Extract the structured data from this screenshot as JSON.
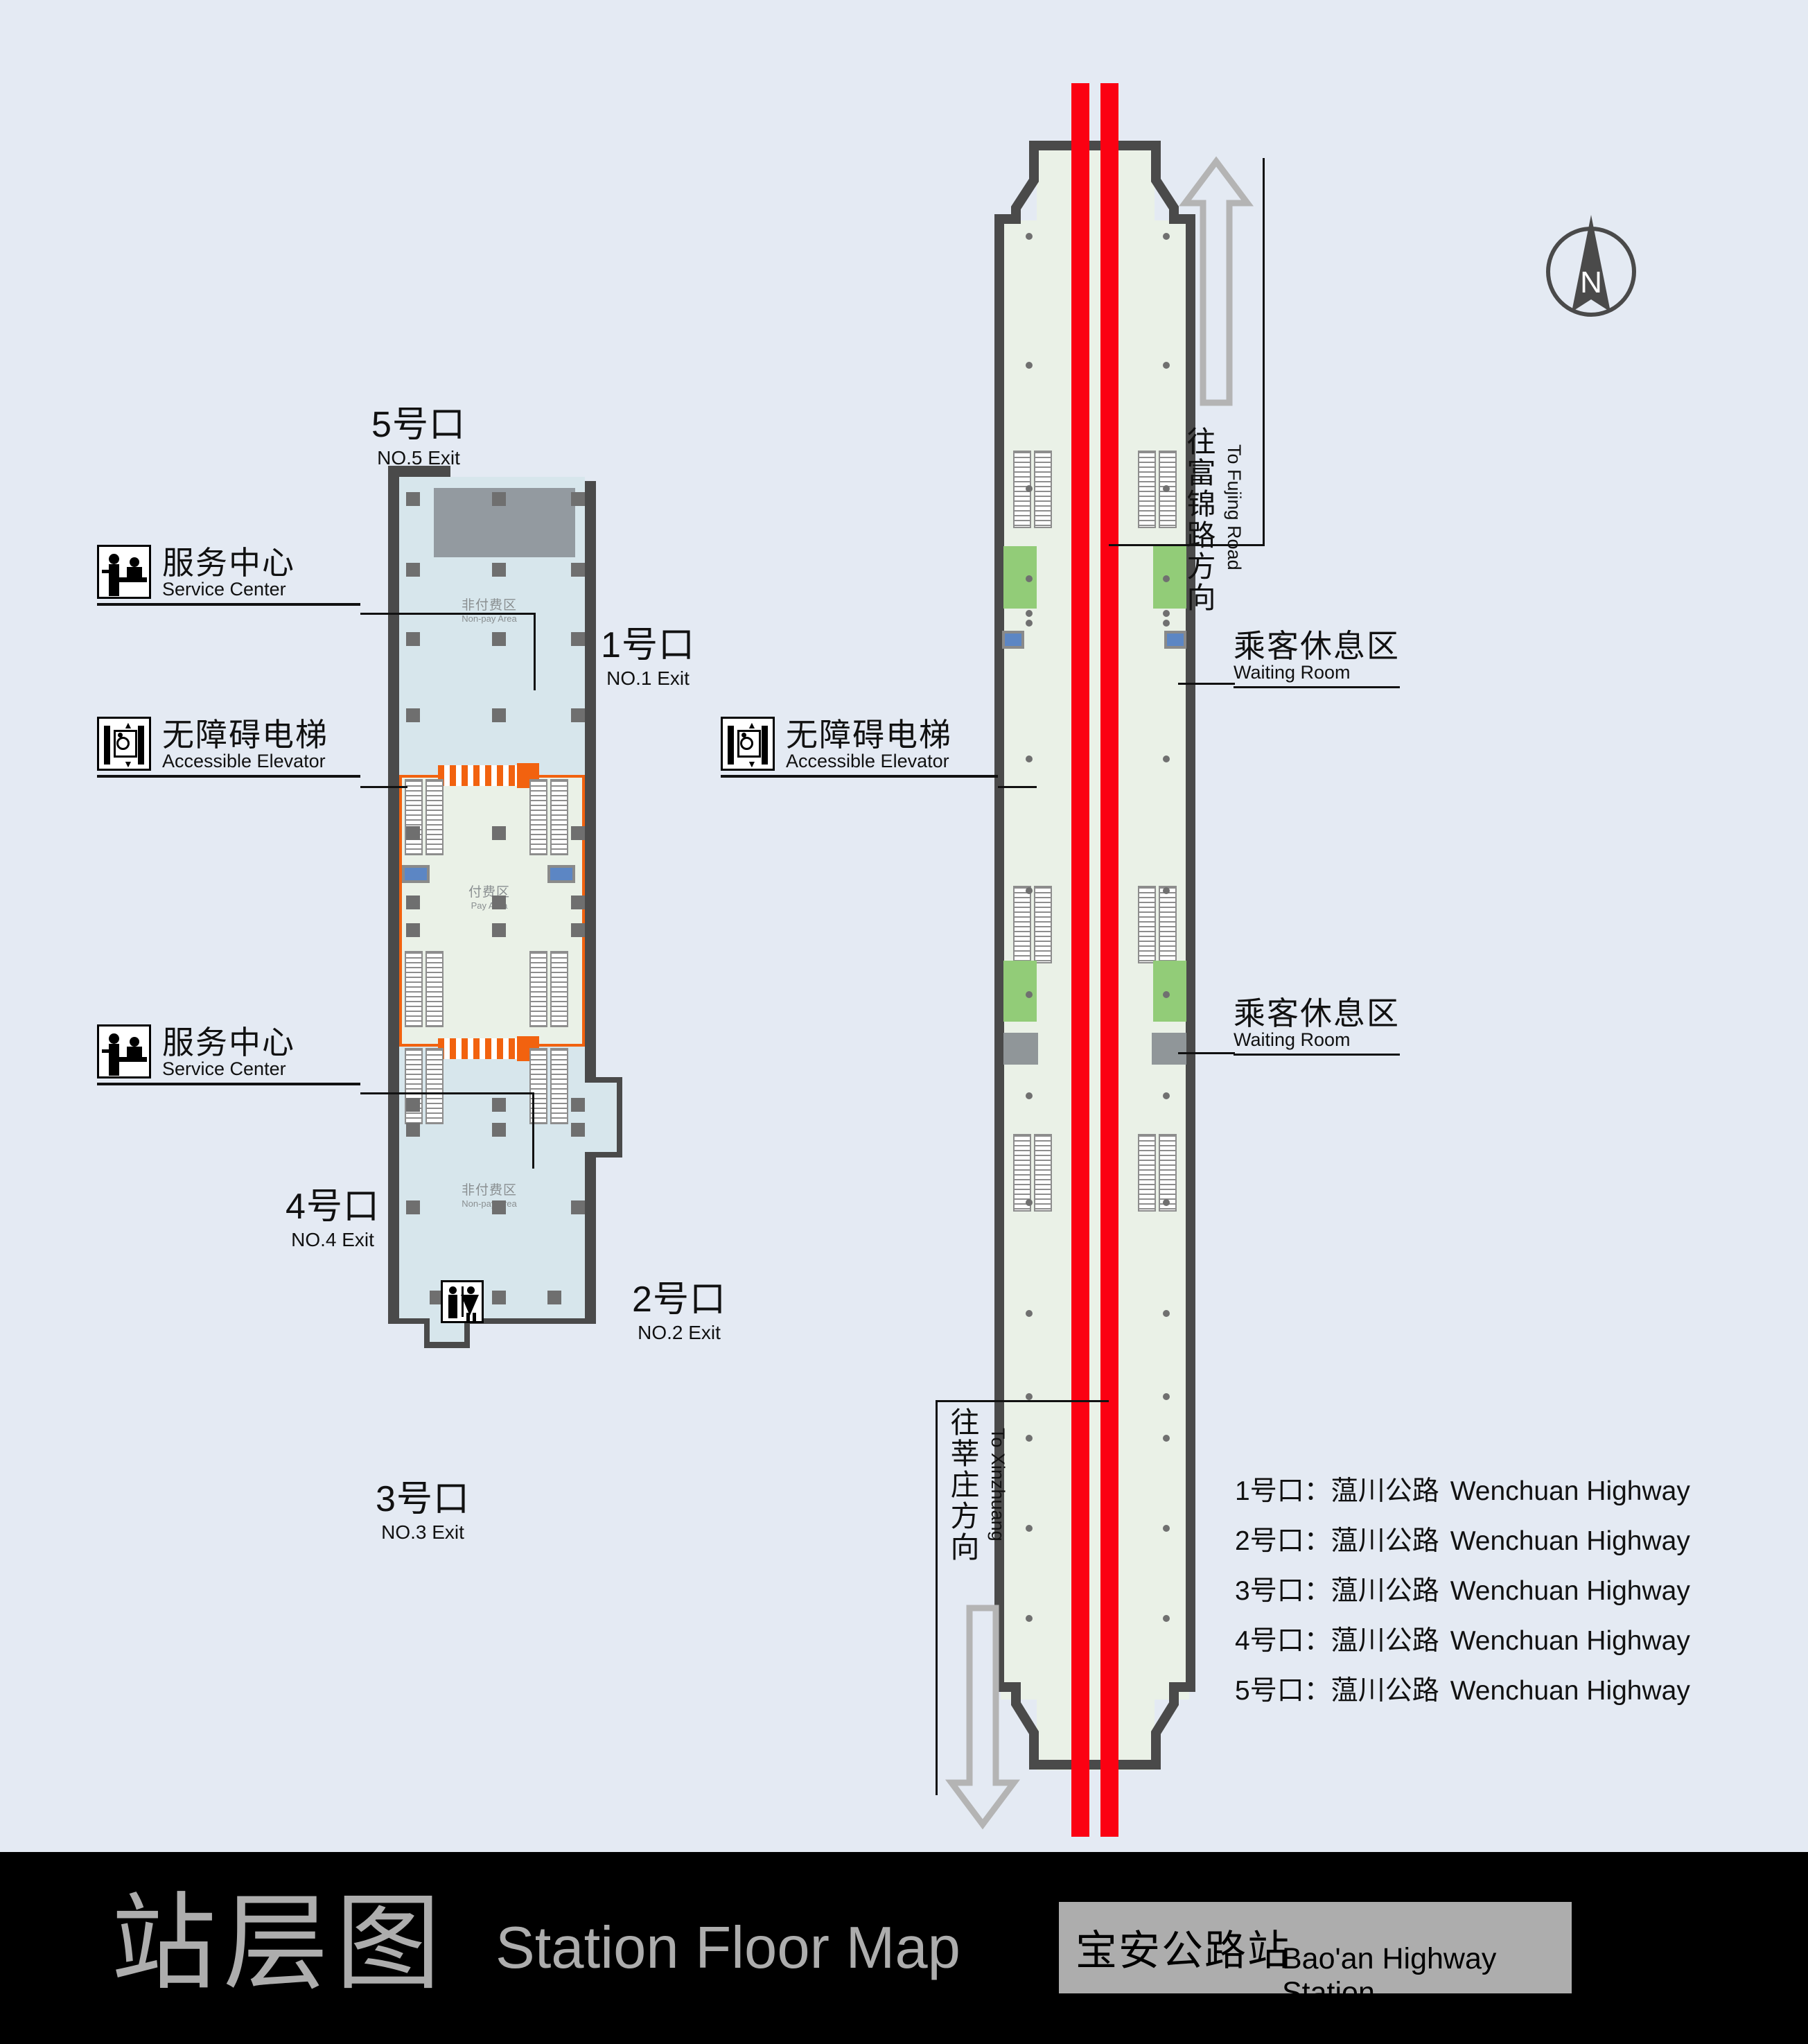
{
  "banner": {
    "title_cn": "站层图",
    "title_en": "Station Floor Map",
    "station_cn": "宝安公路站",
    "station_en": "Bao'an Highway Station"
  },
  "compass": {
    "label": "N"
  },
  "legend": {
    "service_center_top": {
      "cn": "服务中心",
      "en": "Service Center",
      "icon": "service-desk-icon"
    },
    "accessible_elevator_left": {
      "cn": "无障碍电梯",
      "en": "Accessible Elevator",
      "icon": "accessible-elevator-icon"
    },
    "service_center_bottom": {
      "cn": "服务中心",
      "en": "Service Center",
      "icon": "service-desk-icon"
    },
    "accessible_elevator_right": {
      "cn": "无障碍电梯",
      "en": "Accessible Elevator",
      "icon": "accessible-elevator-icon"
    },
    "waiting_room_top": {
      "cn": "乘客休息区",
      "en": "Waiting Room"
    },
    "waiting_room_bottom": {
      "cn": "乘客休息区",
      "en": "Waiting Room"
    }
  },
  "concourse": {
    "exits": [
      {
        "id": "exit-5",
        "cn": "5号口",
        "en": "NO.5 Exit"
      },
      {
        "id": "exit-1",
        "cn": "1号口",
        "en": "NO.1 Exit"
      },
      {
        "id": "exit-4",
        "cn": "4号口",
        "en": "NO.4 Exit"
      },
      {
        "id": "exit-2",
        "cn": "2号口",
        "en": "NO.2 Exit"
      },
      {
        "id": "exit-3",
        "cn": "3号口",
        "en": "NO.3 Exit"
      }
    ],
    "areas": [
      {
        "cn": "非付费区",
        "en": "Non-pay Area"
      },
      {
        "cn": "付费区",
        "en": "Pay Area"
      },
      {
        "cn": "非付费区",
        "en": "Non-pay Area"
      }
    ],
    "restroom_icon": "restroom-icon"
  },
  "platform": {
    "direction_up": {
      "cn": "往富锦路方向",
      "en": "To Fujing Road",
      "arrow": "arrow-up-icon"
    },
    "direction_down": {
      "cn": "往莘庄方向",
      "en": "To Xinzhuang",
      "arrow": "arrow-down-icon"
    }
  },
  "exit_list": [
    {
      "cn": "1号口：蕰川公路",
      "en": "Wenchuan Highway"
    },
    {
      "cn": "2号口：蕰川公路",
      "en": "Wenchuan Highway"
    },
    {
      "cn": "3号口：蕰川公路",
      "en": "Wenchuan Highway"
    },
    {
      "cn": "4号口：蕰川公路",
      "en": "Wenchuan Highway"
    },
    {
      "cn": "5号口：蕰川公路",
      "en": "Wenchuan Highway"
    }
  ],
  "colors": {
    "background": "#e4eaf3",
    "rail_red": "#fb0112",
    "wall_gray": "#4a4a4a",
    "nonpay_fill": "#d7e6ec",
    "pay_fill": "#eaf1e7",
    "waiting_green": "#92cc78",
    "elevator_blue": "#5c86c4",
    "gate_orange": "#f2620f",
    "banner_black": "#000000",
    "banner_text": "#adadad"
  }
}
